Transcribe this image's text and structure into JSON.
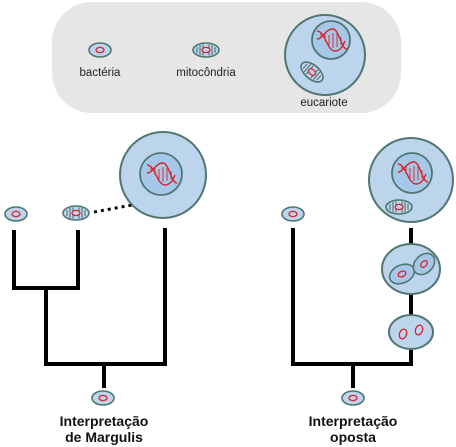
{
  "legend": {
    "bacteria_label": "bactéria",
    "mitochondria_label": "mitocôndria",
    "eukaryote_label": "eucariote"
  },
  "left_panel": {
    "title_line1": "Interpretação",
    "title_line2": "de Margulis"
  },
  "right_panel": {
    "title_line1": "Interpretação",
    "title_line2": "oposta"
  },
  "colors": {
    "legend_background": "#e6e6e6",
    "cell_fill": "#bcd4ec",
    "cell_stroke": "#4f7670",
    "nucleus_fill": "#a6c8e8",
    "dna_red": "#d8232a",
    "tree_line": "#000000"
  }
}
